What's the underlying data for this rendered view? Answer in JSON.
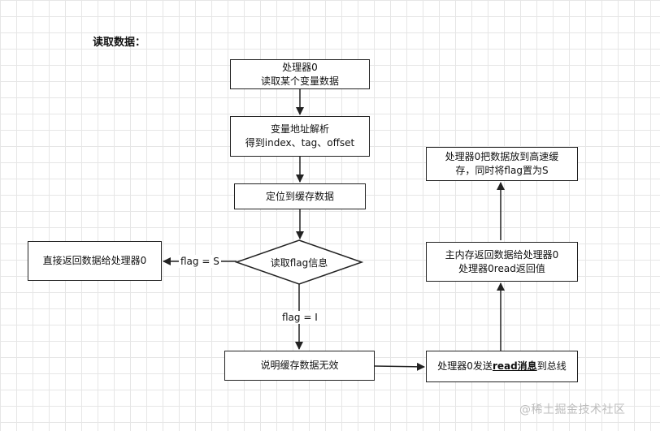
{
  "title": "读取数据：",
  "nodes": {
    "n1": {
      "line1": "处理器0",
      "line2": "读取某个变量数据"
    },
    "n2": {
      "line1": "变量地址解析",
      "line2": "得到index、tag、offset"
    },
    "n3": {
      "line1": "定位到缓存数据"
    },
    "n4": {
      "line1": "读取flag信息"
    },
    "n5": {
      "line1": "直接返回数据给处理器0"
    },
    "n6": {
      "line1": "说明缓存数据无效"
    },
    "n7": {
      "prefix": "处理器0发送",
      "bold": "read消息",
      "suffix": "到总线"
    },
    "n8": {
      "line1": "主内存返回数据给处理器0",
      "line2": "处理器0read返回值"
    },
    "n9": {
      "line1": "处理器0把数据放到高速缓",
      "line2": "存，同时将flag置为S"
    }
  },
  "edge_labels": {
    "flag_s": "flag = S",
    "flag_i": "flag = I"
  },
  "watermark": "@稀土掘金技术社区"
}
